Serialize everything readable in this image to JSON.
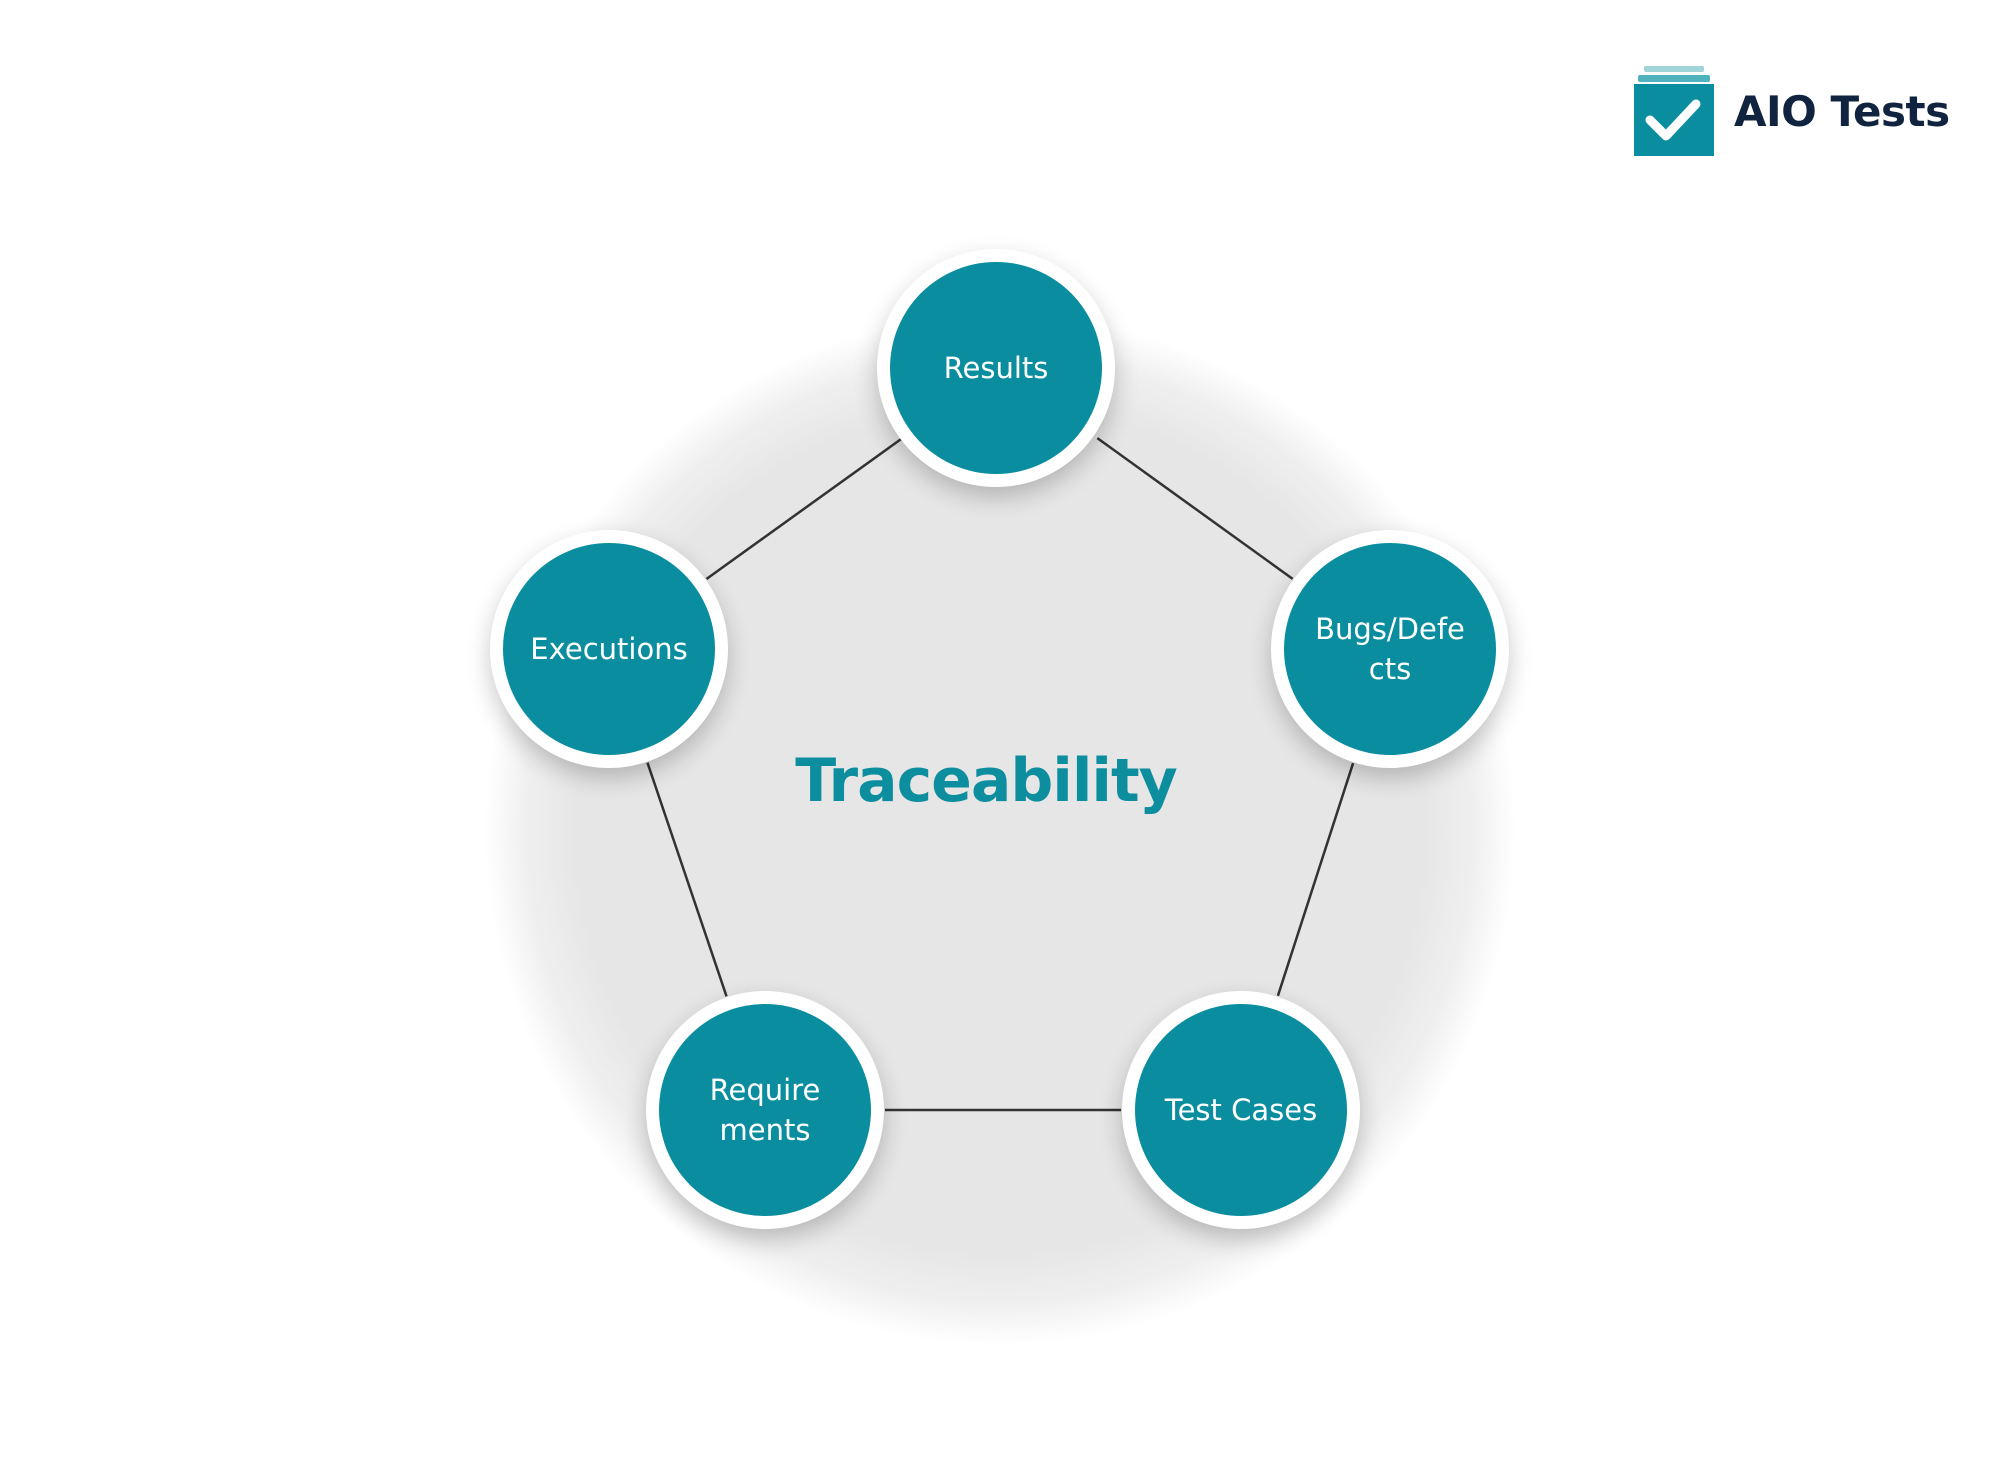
{
  "logo": {
    "text": "AIO Tests",
    "icon": "checkbox-stack-icon",
    "colors": {
      "dark": "#0a8e9f",
      "light": "#9fd4d8",
      "text": "#11243f"
    }
  },
  "diagram": {
    "title": "Traceability",
    "nodes": [
      {
        "id": "results",
        "label": "Results"
      },
      {
        "id": "bugs",
        "label": "Bugs/Defects",
        "lines": [
          "Bugs/Defe",
          "cts"
        ]
      },
      {
        "id": "test-cases",
        "label": "Test Cases"
      },
      {
        "id": "requirements",
        "label": "Requirements",
        "lines": [
          "Require",
          "ments"
        ]
      },
      {
        "id": "executions",
        "label": "Executions"
      }
    ],
    "edges": [
      [
        "results",
        "bugs"
      ],
      [
        "bugs",
        "test-cases"
      ],
      [
        "test-cases",
        "requirements"
      ],
      [
        "requirements",
        "executions"
      ],
      [
        "executions",
        "results"
      ]
    ],
    "colors": {
      "node": "#0a8e9f",
      "title": "#0c8e9f",
      "background_disc": "#e7e7e7",
      "edge": "#333333"
    }
  }
}
